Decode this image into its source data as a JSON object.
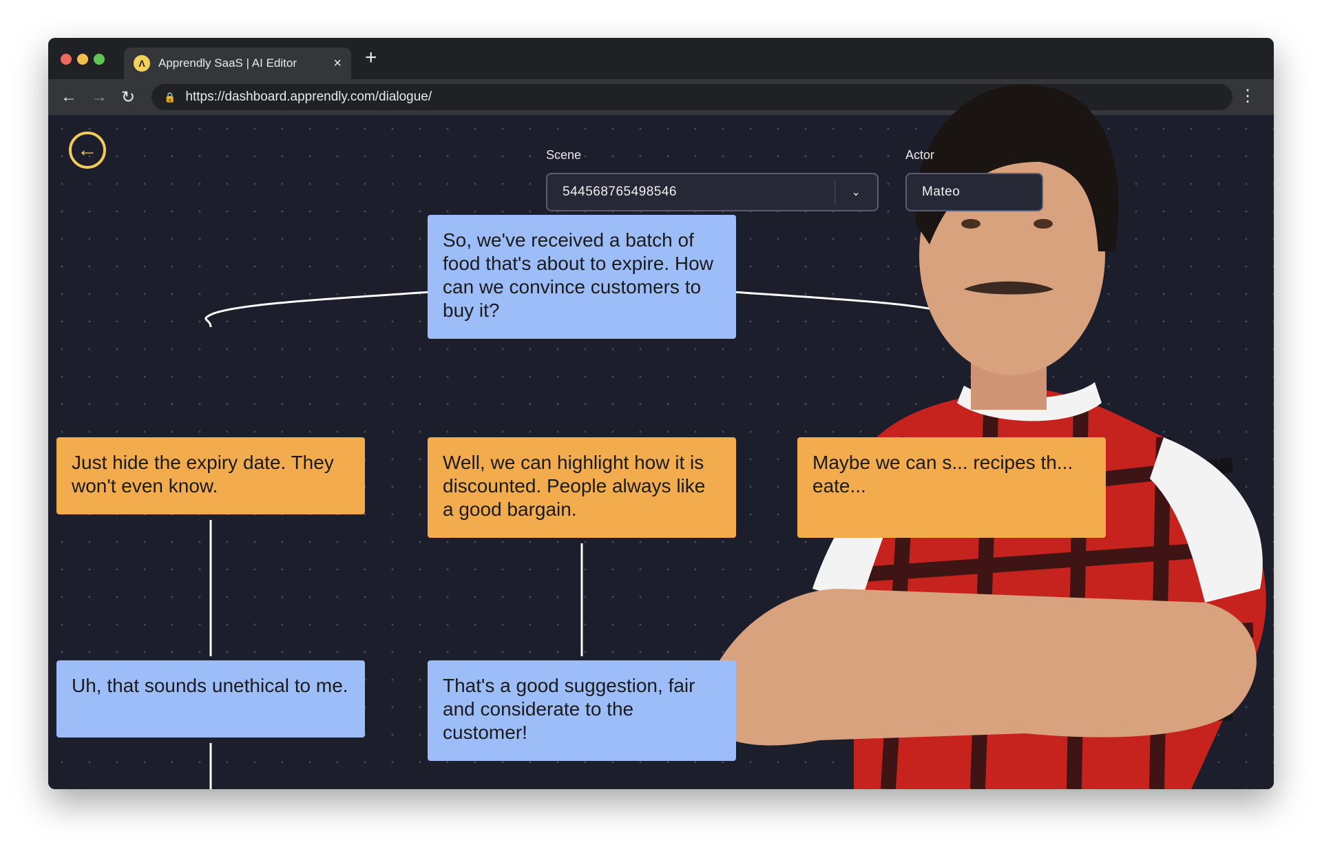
{
  "browser": {
    "tab_title": "Apprendly SaaS | AI Editor",
    "url": "https://dashboard.apprendly.com/dialogue/",
    "traffic_lights": [
      "#ed6a5e",
      "#f5bf4f",
      "#61c554"
    ]
  },
  "toolbar": {
    "scene_label": "Scene",
    "scene_value": "544568765498546",
    "actor_label": "Actor",
    "actor_value": "Mateo"
  },
  "nodes": {
    "root": "So, we've received a batch of food that's about to expire. How can we convince customers to buy it?",
    "option_left": "Just hide the expiry date. They won't even know.",
    "option_middle": "Well, we can highlight how it is discounted. People always like a good bargain.",
    "option_right": "Maybe we can s... recipes th... eate...",
    "reply_left": "Uh, that sounds unethical to me.",
    "reply_middle": "That's a good suggestion, fair and considerate to the customer!"
  },
  "colors": {
    "npc_node": "#9dbdf8",
    "player_node": "#f2ab4d",
    "accent": "#f2cb5a",
    "canvas": "#1c1e2b"
  }
}
